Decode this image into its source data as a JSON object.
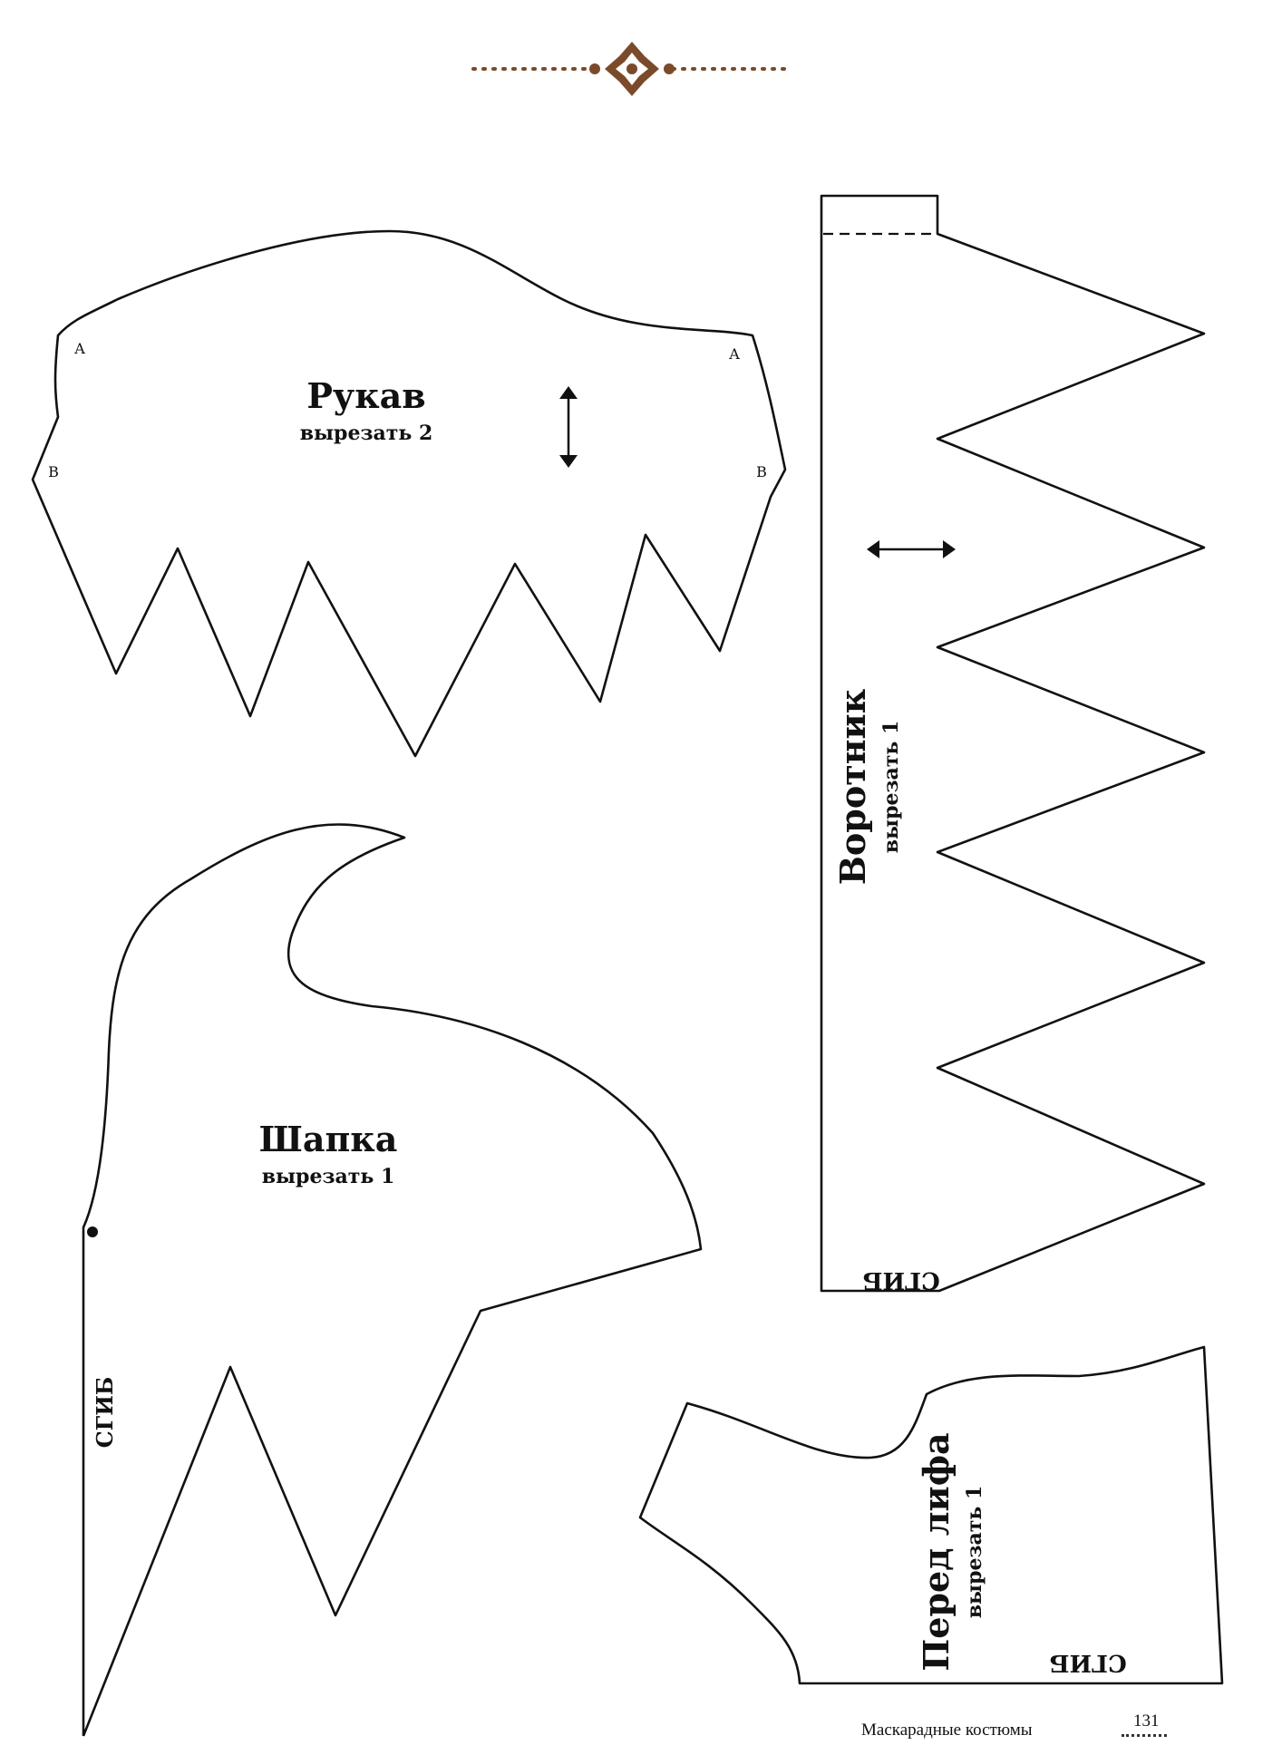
{
  "colors": {
    "ink": "#111111",
    "ornament": "#7a4a2a"
  },
  "pieces": {
    "sleeve": {
      "title": "Рукав",
      "cut": "вырезать 2",
      "mark_a": "A",
      "mark_b": "B"
    },
    "collar": {
      "title": "Воротник",
      "cut": "вырезать 1",
      "fold": "СГИБ"
    },
    "hat": {
      "title": "Шапка",
      "cut": "вырезать 1",
      "fold": "СГИБ"
    },
    "bodice_front": {
      "title": "Перед лифа",
      "cut": "вырезать 1",
      "fold": "СГИБ"
    }
  },
  "footer": {
    "book_title": "Маскарадные костюмы",
    "page_number": "131"
  }
}
